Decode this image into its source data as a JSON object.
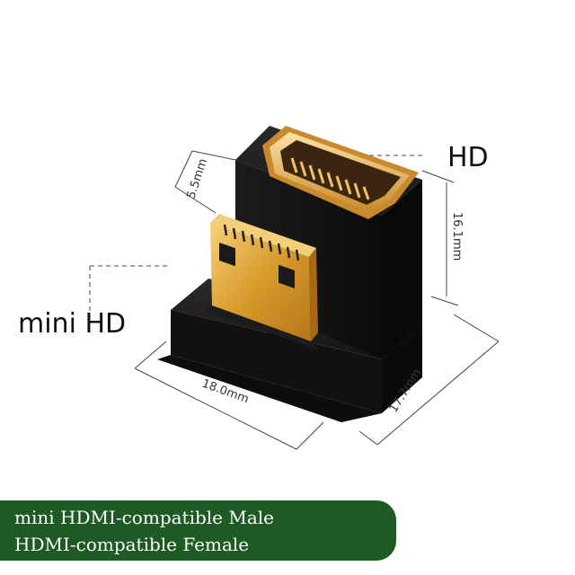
{
  "labels": {
    "female_port": "HD",
    "male_port": "mini HD"
  },
  "dimensions": {
    "pin_height": "5.5mm",
    "female_height": "16.1mm",
    "width": "18.0mm",
    "depth": "17.7mm"
  },
  "caption": {
    "line1": "mini HDMI-compatible Male",
    "line2": "HDMI-compatible Female"
  },
  "colors": {
    "banner": "#1e5a23",
    "body": "#141414",
    "gold": "#e0a630"
  }
}
